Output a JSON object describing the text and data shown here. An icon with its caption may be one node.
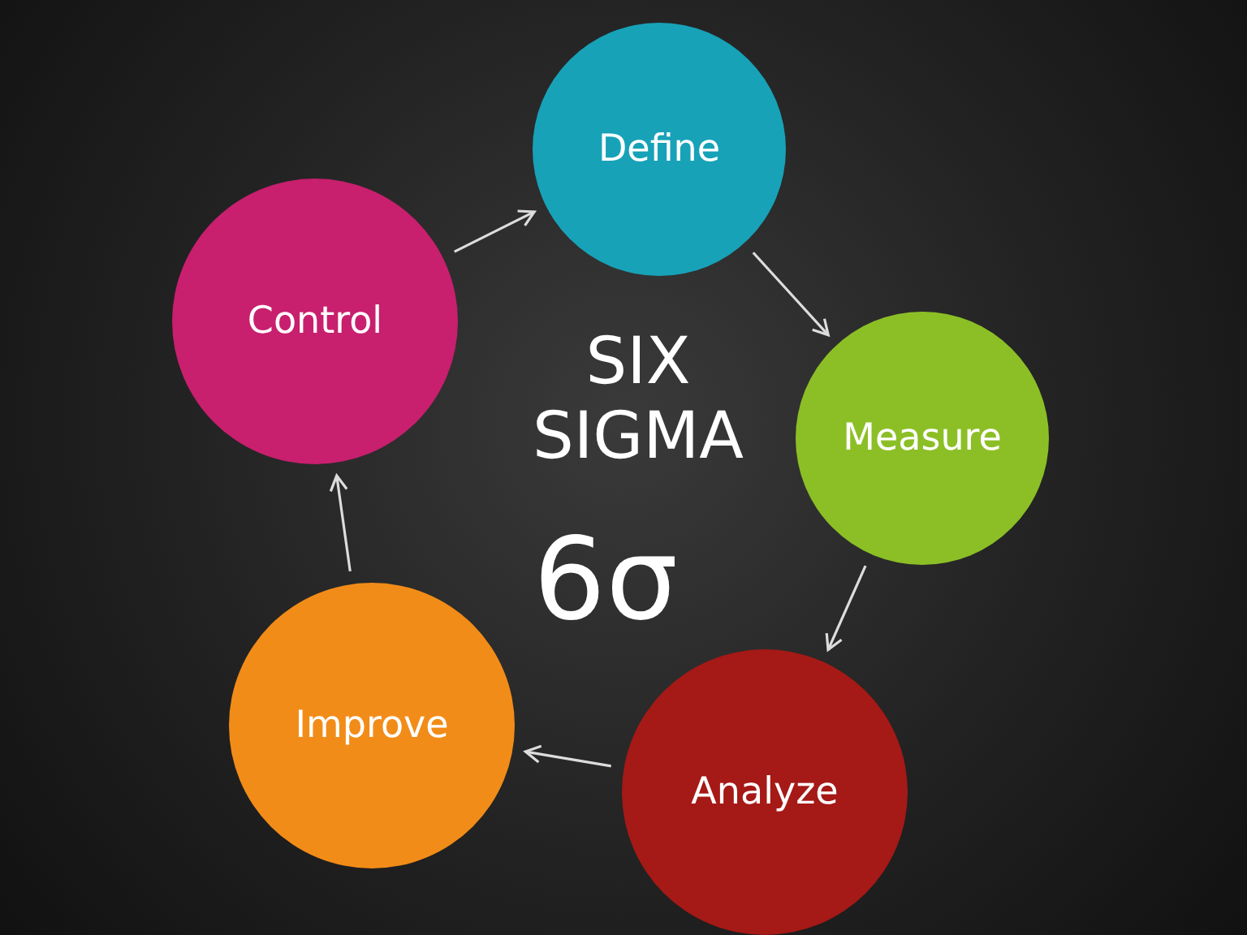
{
  "diagram": {
    "nodes": [
      {
        "text": [
          "Define"
        ]
      },
      {
        "text": [
          "Measure"
        ]
      },
      {
        "text": [
          "Analyze"
        ]
      },
      {
        "text": [
          "Improve"
        ]
      },
      {
        "text": [
          "Control"
        ]
      }
    ],
    "edges": [
      {
        "from": 4,
        "to": 0,
        "arrow": "to"
      },
      {
        "from": 0,
        "to": 1,
        "arrow": "to"
      },
      {
        "from": 1,
        "to": 2,
        "arrow": "to"
      },
      {
        "from": 2,
        "to": 3,
        "arrow": "to"
      },
      {
        "from": 3,
        "to": 4,
        "arrow": "to"
      }
    ],
    "labels": [
      "SIX SIGMA",
      "6σ"
    ]
  }
}
